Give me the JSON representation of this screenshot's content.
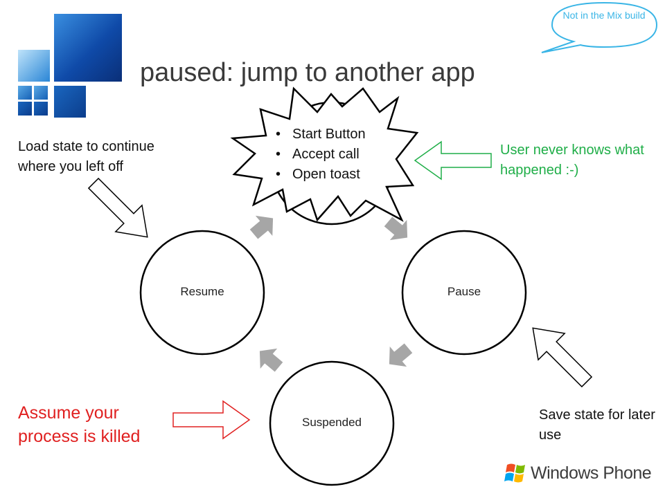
{
  "slide": {
    "title": "paused: jump to another app"
  },
  "callout": {
    "text": "Not in the Mix build"
  },
  "nodes": {
    "resume": "Resume",
    "pause": "Pause",
    "suspended": "Suspended"
  },
  "burst": {
    "items": [
      "Start Button",
      "Accept call",
      "Open toast"
    ]
  },
  "notes": {
    "load_state": "Load state to continue where you left off",
    "user_never_knows": "User never knows what happened :-)",
    "assume_killed": "Assume your process is killed",
    "save_state": "Save state for later use"
  },
  "branding": {
    "windows_phone": "Windows Phone"
  },
  "colors": {
    "logo_blue": "#1460b8",
    "logo_light": "#b8dcf4",
    "cycle_arrow": "#a6a6a6",
    "callout": "#3ab5e6",
    "green": "#1fae48",
    "red": "#e02020"
  },
  "icons": {
    "logo": "windows-mobile-squares-logo",
    "flag": "windows-flag-logo"
  }
}
